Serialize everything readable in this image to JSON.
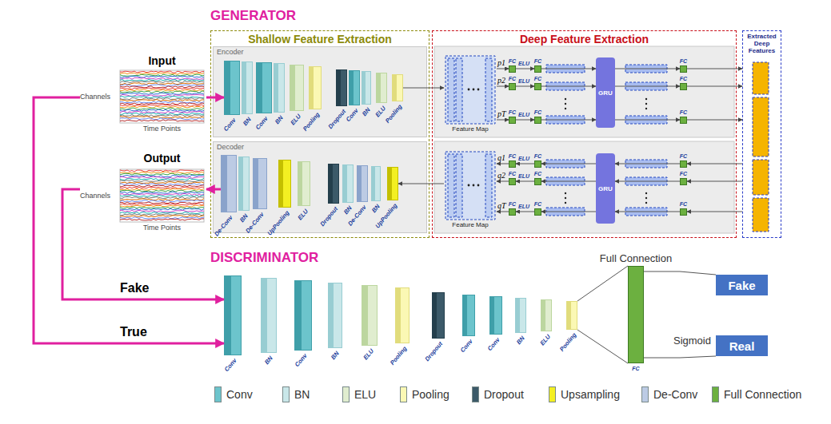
{
  "diagram": {
    "nodes": [
      {
        "text": [
          "Input",
          "Channels",
          "Time Points"
        ]
      },
      {
        "text": [
          "Output",
          "Channels",
          "Time Points"
        ]
      },
      {
        "text": [
          "Shallow Feature Extraction"
        ]
      },
      {
        "text": [
          "Deep Feature Extraction"
        ]
      },
      {
        "text": [
          "Extracted Deep Features"
        ]
      },
      {
        "text": [
          "Encoder"
        ],
        "in": 2
      },
      {
        "text": [
          "Decoder"
        ],
        "in": 2
      },
      {
        "text": [
          "Conv"
        ],
        "in": 5
      },
      {
        "text": [
          "BN"
        ],
        "in": 5
      },
      {
        "text": [
          "Conv"
        ],
        "in": 5
      },
      {
        "text": [
          "BN"
        ],
        "in": 5
      },
      {
        "text": [
          "ELU"
        ],
        "in": 5
      },
      {
        "text": [
          "Pooling"
        ],
        "in": 5
      },
      {
        "text": [
          "Dropout"
        ],
        "in": 5
      },
      {
        "text": [
          "Conv"
        ],
        "in": 5
      },
      {
        "text": [
          "BN"
        ],
        "in": 5
      },
      {
        "text": [
          "ELU"
        ],
        "in": 5
      },
      {
        "text": [
          "Pooling"
        ],
        "in": 5
      },
      {
        "text": [
          "De-Conv"
        ],
        "in": 6
      },
      {
        "text": [
          "BN"
        ],
        "in": 6
      },
      {
        "text": [
          "De-Conv"
        ],
        "in": 6
      },
      {
        "text": [
          "UpPooling"
        ],
        "in": 6
      },
      {
        "text": [
          "ELU"
        ],
        "in": 6
      },
      {
        "text": [
          "Dropout"
        ],
        "in": 6
      },
      {
        "text": [
          "BN"
        ],
        "in": 6
      },
      {
        "text": [
          "De-Conv"
        ],
        "in": 6
      },
      {
        "text": [
          "BN"
        ],
        "in": 6
      },
      {
        "text": [
          "UpPooling"
        ],
        "in": 6
      },
      {
        "text": [
          "Feature Map"
        ],
        "in": 3
      },
      {
        "text": [
          "FC"
        ],
        "in": 3
      },
      {
        "text": [
          "FC"
        ],
        "in": 3
      },
      {
        "text": [
          "FC"
        ],
        "in": 3
      },
      {
        "text": [
          "FC"
        ],
        "in": 3
      },
      {
        "text": [
          "FC"
        ],
        "in": 3
      },
      {
        "text": [
          "FC"
        ],
        "in": 3
      },
      {
        "text": [
          "GRU"
        ],
        "in": 3
      },
      {
        "text": [
          "FC"
        ],
        "in": 3
      },
      {
        "text": [
          "FC"
        ],
        "in": 3
      },
      {
        "text": [
          "FC"
        ],
        "in": 3
      },
      {
        "text": [
          "Feature Map"
        ],
        "in": 3
      },
      {
        "text": [
          "FC"
        ],
        "in": 3
      },
      {
        "text": [
          "FC"
        ],
        "in": 3
      },
      {
        "text": [
          "FC"
        ],
        "in": 3
      },
      {
        "text": [
          "FC"
        ],
        "in": 3
      },
      {
        "text": [
          "FC"
        ],
        "in": 3
      },
      {
        "text": [
          "FC"
        ],
        "in": 3
      },
      {
        "text": [
          "GRU"
        ],
        "in": 3
      },
      {
        "text": [
          "FC"
        ],
        "in": 3
      },
      {
        "text": [
          "FC"
        ],
        "in": 3
      },
      {
        "text": [
          "FC"
        ],
        "in": 3
      },
      {
        "text": [
          "Conv"
        ]
      },
      {
        "text": [
          "BN"
        ]
      },
      {
        "text": [
          "Conv"
        ]
      },
      {
        "text": [
          "BN"
        ]
      },
      {
        "text": [
          "ELU"
        ]
      },
      {
        "text": [
          "Pooling"
        ]
      },
      {
        "text": [
          "Dropout"
        ]
      },
      {
        "text": [
          "Conv"
        ]
      },
      {
        "text": [
          "Conv"
        ]
      },
      {
        "text": [
          "BN"
        ]
      },
      {
        "text": [
          "ELU"
        ]
      },
      {
        "text": [
          "Pooling"
        ]
      },
      {
        "text": [
          "Full Connection",
          "FC"
        ]
      },
      {
        "text": [
          "Fake"
        ]
      },
      {
        "text": [
          "Real"
        ]
      }
    ],
    "edges": [
      {
        "from": 0,
        "to": 7,
        "arrow": "to"
      },
      {
        "from": 17,
        "to": 28,
        "arrow": "to"
      },
      {
        "from": 28,
        "to": 29,
        "label": "p1",
        "arrow": "to"
      },
      {
        "from": 28,
        "to": 31,
        "label": "p2",
        "arrow": "to"
      },
      {
        "from": 28,
        "to": 33,
        "label": "pT",
        "arrow": "to"
      },
      {
        "from": 29,
        "to": 30,
        "label": "ELU",
        "arrow": "to"
      },
      {
        "from": 31,
        "to": 32,
        "label": "ELU",
        "arrow": "to"
      },
      {
        "from": 33,
        "to": 34,
        "label": "ELU",
        "arrow": "to"
      },
      {
        "from": 30,
        "to": 35,
        "arrow": "to"
      },
      {
        "from": 32,
        "to": 35,
        "arrow": "to"
      },
      {
        "from": 34,
        "to": 35,
        "arrow": "to"
      },
      {
        "from": 35,
        "to": 36,
        "arrow": "to"
      },
      {
        "from": 35,
        "to": 37,
        "arrow": "to"
      },
      {
        "from": 35,
        "to": 38,
        "arrow": "to"
      },
      {
        "from": 36,
        "to": 4,
        "arrow": "to"
      },
      {
        "from": 37,
        "to": 4,
        "arrow": "to"
      },
      {
        "from": 38,
        "to": 4,
        "arrow": "to"
      },
      {
        "from": 4,
        "to": 47,
        "arrow": "to"
      },
      {
        "from": 4,
        "to": 48,
        "arrow": "to"
      },
      {
        "from": 4,
        "to": 49,
        "arrow": "to"
      },
      {
        "from": 47,
        "to": 46,
        "arrow": "to"
      },
      {
        "from": 48,
        "to": 46,
        "arrow": "to"
      },
      {
        "from": 49,
        "to": 46,
        "arrow": "to"
      },
      {
        "from": 46,
        "to": 41,
        "arrow": "to"
      },
      {
        "from": 46,
        "to": 43,
        "arrow": "to"
      },
      {
        "from": 46,
        "to": 45,
        "arrow": "to"
      },
      {
        "from": 41,
        "to": 40,
        "label": "ELU",
        "arrow": "to"
      },
      {
        "from": 43,
        "to": 42,
        "label": "ELU",
        "arrow": "to"
      },
      {
        "from": 45,
        "to": 44,
        "label": "ELU",
        "arrow": "to"
      },
      {
        "from": 40,
        "to": 39,
        "label": "q1",
        "arrow": "to"
      },
      {
        "from": 42,
        "to": 39,
        "label": "q2",
        "arrow": "to"
      },
      {
        "from": 44,
        "to": 39,
        "label": "qT",
        "arrow": "to"
      },
      {
        "from": 39,
        "to": 27,
        "arrow": "to"
      },
      {
        "from": 18,
        "to": 1,
        "arrow": "to"
      },
      {
        "from": 1,
        "to": 50,
        "label": "Fake",
        "arrow": "to"
      },
      {
        "from": 0,
        "to": 50,
        "label": "True",
        "arrow": "to"
      },
      {
        "from": 61,
        "to": 62,
        "arrow": "none"
      },
      {
        "from": 62,
        "to": 63,
        "arrow": "none"
      },
      {
        "from": 62,
        "to": 64,
        "label": "Sigmoid",
        "arrow": "none"
      }
    ],
    "labels": [
      "GENERATOR",
      "DISCRIMINATOR"
    ],
    "legend": [
      {
        "text": "Conv",
        "color": "#6cc4cc"
      },
      {
        "text": "BN",
        "color": "#c9e7e9"
      },
      {
        "text": "ELU",
        "color": "#e0edcf"
      },
      {
        "text": "Pooling",
        "color": "#fbf8b4"
      },
      {
        "text": "Dropout",
        "color": "#3c5a69"
      },
      {
        "text": "Upsampling",
        "color": "#f3ef22"
      },
      {
        "text": "De-Conv",
        "color": "#bccbe4"
      },
      {
        "text": "Full Connection",
        "color": "#6cb040"
      }
    ]
  }
}
